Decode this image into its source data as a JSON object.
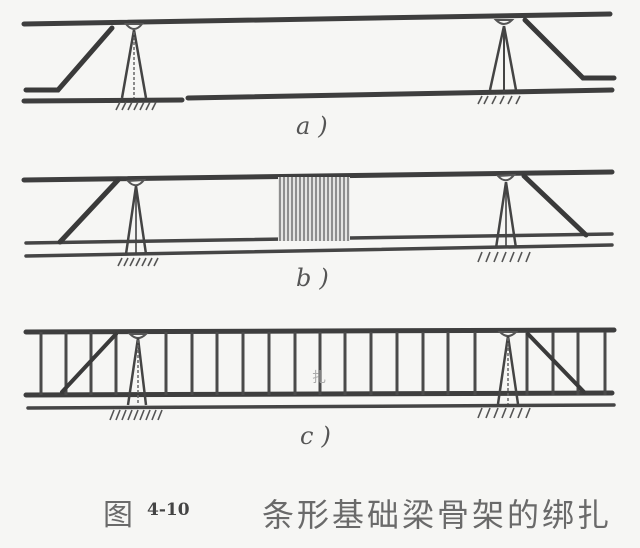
{
  "figure": {
    "number_prefix": "图",
    "number": "4-10",
    "title": "条形基础梁骨架的绑扎",
    "colors": {
      "background": "#f6f6f4",
      "ink": "#3e3e3e",
      "caption": "#6a6a6a"
    }
  },
  "panels": [
    {
      "id": "a",
      "label": "a)",
      "description": "Top and bottom longitudinal bars supported on two tripod stands with end bent-up bars"
    },
    {
      "id": "b",
      "label": "b)",
      "description": "Longitudinal bars on tripods with cluster of stirrups placed at mid-span"
    },
    {
      "id": "c",
      "label": "c)",
      "description": "Stirrups spaced along full length, tied to longitudinal bars, tripods with diagonal bracing"
    }
  ]
}
